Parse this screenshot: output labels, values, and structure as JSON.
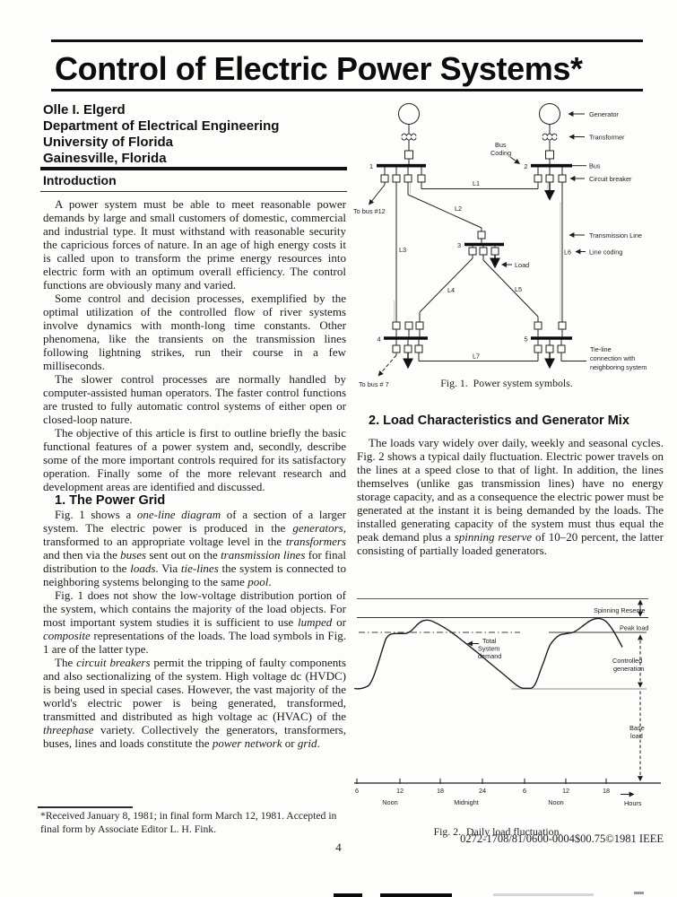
{
  "page": {
    "title": "Control of Electric Power Systems*",
    "page_number": "4",
    "copyright": "0272-1708/81/0600-0004$00.75©1981 IEEE",
    "footnote_line1": "*Received January 8, 1981; in final form March 12, 1981. Accepted in",
    "footnote_line2": "final form by Associate Editor L. H. Fink."
  },
  "author": {
    "name": "Olle I. Elgerd",
    "dept": "Department of Electrical Engineering",
    "university": "University of Florida",
    "city": "Gainesville, Florida"
  },
  "intro": {
    "heading": "Introduction",
    "p1": "A power system must be able to meet reasonable power demands by large and small customers of domestic, commercial and industrial type. It must withstand with reasonable security the capricious forces of nature. In an age of high energy costs it is called upon to transform the prime energy resources into electric form with an optimum overall efficiency. The control functions are obviously many and varied.",
    "p2": "Some control and decision processes, exemplified by the optimal utilization of the controlled flow of river systems involve dynamics with month-long time constants. Other phenomena, like the transients on the transmission lines following lightning strikes, run their course in a few milliseconds.",
    "p3": "The slower control processes are normally handled by computer-assisted human operators. The faster control functions are trusted to fully automatic control systems of either open or closed-loop nature.",
    "p4": "The objective of this article is first to outline briefly the basic functional features of a power system and, secondly, describe some of the more important controls required for its satisfactory operation. Finally some of the more relevant research and development areas are identified and discussed."
  },
  "sec1": {
    "heading": "1. The Power Grid",
    "p1": [
      "Fig. 1 shows a ",
      {
        "i": "one-line diagram"
      },
      " of a section of a larger system. The electric power is produced in the ",
      {
        "i": "generators"
      },
      ", transformed to an appropriate voltage level in the ",
      {
        "i": "transformers"
      },
      " and then via the ",
      {
        "i": "buses"
      },
      " sent out on the ",
      {
        "i": "transmission lines"
      },
      " for final distribution to the ",
      {
        "i": "loads"
      },
      ". Via ",
      {
        "i": "tie-lines"
      },
      " the system is connected to neighboring systems belonging to the same ",
      {
        "i": "pool"
      },
      "."
    ],
    "p2": [
      "Fig. 1 does not show the low-voltage distribution portion of the system, which contains the majority of the load objects. For most important system studies it is sufficient to use ",
      {
        "i": "lumped"
      },
      " or ",
      {
        "i": "composite"
      },
      " representations of the loads. The load symbols in Fig. 1 are of the latter type."
    ],
    "p3": [
      "The ",
      {
        "i": "circuit breakers"
      },
      " permit the tripping of faulty components and also sectionalizing of the system. High voltage dc (HVDC) is being used in special cases. However, the vast majority of the world's electric power is being generated, transformed, transmitted and distributed as high voltage ac (HVAC) of the ",
      {
        "i": "threephase"
      },
      " variety. Collectively the generators, transformers, buses, lines and loads constitute the ",
      {
        "i": "power network"
      },
      " or ",
      {
        "i": "grid"
      },
      "."
    ]
  },
  "sec2": {
    "heading": "2. Load Characteristics and Generator Mix",
    "p1": [
      "The loads vary widely over daily, weekly and seasonal cycles. Fig. 2 shows a typical daily fluctuation. Electric power travels on the lines at a speed close to that of light. In addition, the lines themselves (unlike gas transmission lines) have no energy storage capacity, and as a consequence the electric power must be generated at the instant it is being demanded by the loads. The installed generating capacity of the system must thus equal the peak demand plus a ",
      {
        "i": "spinning reserve"
      },
      " of 10–20 percent, the latter consisting of partially loaded generators."
    ]
  },
  "fig1": {
    "caption": "Fig. 1. Power system symbols.",
    "labels": {
      "generator": "Generator",
      "transformer": "Transformer",
      "bus_coding_1": "Bus",
      "bus_coding_2": "Coding",
      "bus": "Bus",
      "circuit_breaker": "Circuit breaker",
      "transmission_line": "Transmission Line",
      "line_coding": "Line coding",
      "tie_line_1": "Tie-line",
      "tie_line_2": "connection with",
      "tie_line_3": "neighboring system",
      "load": "Load",
      "to_bus_12": "To bus #12",
      "to_bus_7": "To bus # 7",
      "bus1": "1",
      "bus2": "2",
      "bus3": "3",
      "bus4": "4",
      "bus5": "5",
      "l1": "L1",
      "l2": "L2",
      "l3": "L3",
      "l4": "L4",
      "l5": "L5",
      "l6": "L6",
      "l7": "L7"
    }
  },
  "fig2": {
    "caption": "Fig. 2. Daily load fluctuation.",
    "labels": {
      "spinning_reserve": "Spinning Reserve",
      "peak_load": "Peak load",
      "controlled_1": "Controlled",
      "controlled_2": "generation",
      "base_1": "Base",
      "base_2": "load",
      "demand_1": "Total",
      "demand_2": "System",
      "demand_3": "demand",
      "noon_1": "Noon",
      "midnight": "Midnight",
      "noon_2": "Noon",
      "hours": "Hours"
    },
    "ticks": [
      "6",
      "12",
      "18",
      "24",
      "6",
      "12",
      "18"
    ],
    "chart_data": {
      "type": "line",
      "title": "Daily load fluctuation",
      "xlabel": "Hours",
      "x_axis_ticks": [
        6,
        12,
        18,
        24,
        6,
        12,
        18
      ],
      "x_axis_sublabels": [
        "Noon",
        "Midnight",
        "Noon"
      ],
      "y_units": "percent of peak load (estimated, unlabeled axis)",
      "series": [
        {
          "name": "Total System demand",
          "x": [
            6,
            7,
            8,
            10,
            11.5,
            13,
            15,
            17,
            18,
            20,
            22,
            24,
            26,
            28,
            29,
            30,
            31,
            32,
            34,
            35.5,
            37,
            39,
            41,
            42,
            43.5
          ],
          "y": [
            53,
            54,
            60,
            80,
            88,
            88,
            92,
            98,
            97,
            90,
            80,
            70,
            60,
            53,
            52,
            55,
            63,
            72,
            85,
            88,
            90,
            95,
            100,
            96,
            84
          ]
        }
      ],
      "reference_levels": {
        "spinning_reserve_top": 110,
        "peak_load": 100,
        "noon_plateau": 93,
        "night_minimum_controlled_generation_floor": 52,
        "base_load_bottom": 0
      },
      "annotations": [
        "Spinning Reserve",
        "Peak load",
        "Controlled generation",
        "Base load",
        "Total System demand"
      ],
      "grid": false,
      "legend_position": "right-margin arrows"
    }
  }
}
